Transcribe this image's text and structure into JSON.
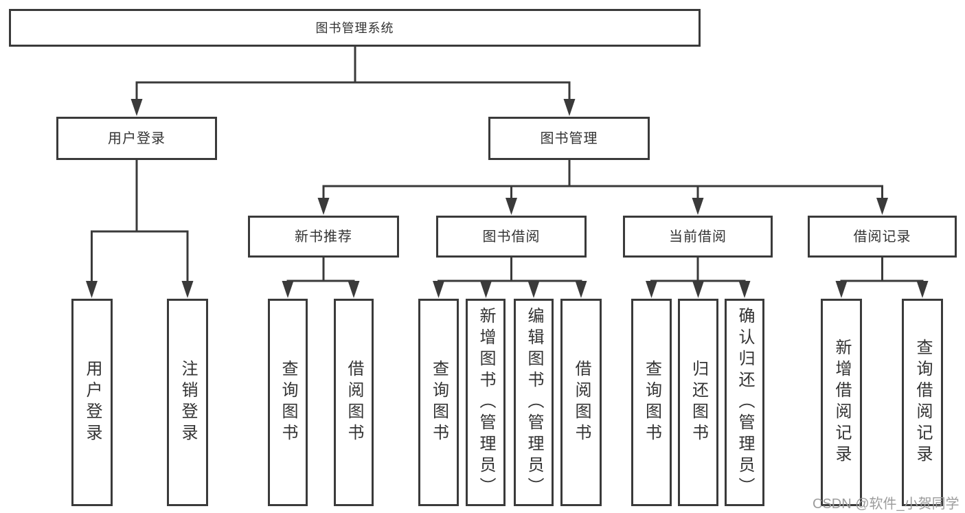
{
  "diagram": {
    "root": {
      "label": "图书管理系统"
    },
    "level2": [
      {
        "label": "用户登录"
      },
      {
        "label": "图书管理"
      }
    ],
    "level3": [
      {
        "label": "新书推荐",
        "parent": "图书管理"
      },
      {
        "label": "图书借阅",
        "parent": "图书管理"
      },
      {
        "label": "当前借阅",
        "parent": "图书管理"
      },
      {
        "label": "借阅记录",
        "parent": "图书管理"
      }
    ],
    "leaves": [
      {
        "label": "用户登录",
        "parent": "用户登录"
      },
      {
        "label": "注销登录",
        "parent": "用户登录"
      },
      {
        "label": "查询图书",
        "parent": "新书推荐"
      },
      {
        "label": "借阅图书",
        "parent": "新书推荐"
      },
      {
        "label": "查询图书",
        "parent": "图书借阅"
      },
      {
        "label": "新增图书（管理员）",
        "parent": "图书借阅"
      },
      {
        "label": "编辑图书（管理员）",
        "parent": "图书借阅"
      },
      {
        "label": "借阅图书",
        "parent": "图书借阅"
      },
      {
        "label": "查询图书",
        "parent": "当前借阅"
      },
      {
        "label": "归还图书",
        "parent": "当前借阅"
      },
      {
        "label": "确认归还（管理员）",
        "parent": "当前借阅"
      },
      {
        "label": "新增借阅记录",
        "parent": "借阅记录"
      },
      {
        "label": "查询借阅记录",
        "parent": "借阅记录"
      }
    ],
    "colors": {
      "line": "#3a3a3a",
      "box_border": "#3a3a3a",
      "box_fill": "#ffffff",
      "text": "#333333",
      "watermark": "#9c9c9c"
    }
  },
  "watermark": {
    "text": "CSDN @软件_小贺同学"
  }
}
